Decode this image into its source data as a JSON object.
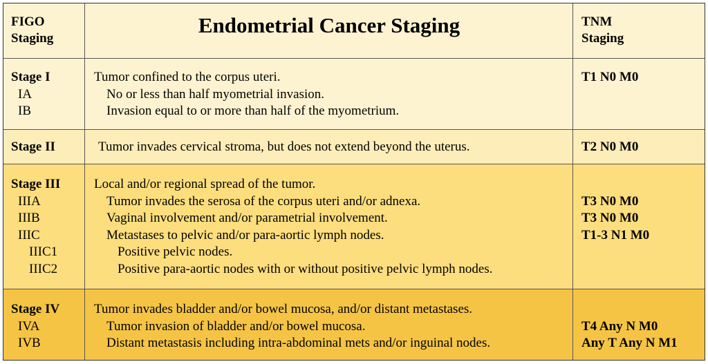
{
  "header": {
    "figo_line1": "FIGO",
    "figo_line2": "Staging",
    "title": "Endometrial Cancer Staging",
    "tnm_line1": "TNM",
    "tnm_line2": "Staging"
  },
  "stage1": {
    "stage": "Stage I",
    "sub": [
      "IA",
      "IB"
    ],
    "desc_main": "Tumor confined to the corpus uteri.",
    "desc_sub": [
      "No or less than half myometrial invasion.",
      "Invasion equal to or more than half of the myometrium."
    ],
    "tnm": "T1 N0 M0"
  },
  "stage2": {
    "stage": "Stage II",
    "desc_main": "Tumor invades cervical stroma, but does not extend beyond the uterus.",
    "tnm": "T2 N0 M0"
  },
  "stage3": {
    "stage": "Stage III",
    "sub": [
      "IIIA",
      "IIIB",
      "IIIC",
      "IIIC1",
      "IIIC2"
    ],
    "desc_main": "Local and/or regional spread of the tumor.",
    "desc_sub": [
      "Tumor invades the serosa of the corpus uteri and/or adnexa.",
      "Vaginal involvement and/or parametrial involvement.",
      "Metastases to pelvic and/or para-aortic lymph nodes.",
      "Positive pelvic nodes.",
      "Positive para-aortic nodes with or without positive pelvic lymph nodes."
    ],
    "tnm": [
      "T3 N0 M0",
      "T3 N0 M0",
      "T1-3 N1 M0"
    ]
  },
  "stage4": {
    "stage": "Stage IV",
    "sub": [
      "IVA",
      "IVB"
    ],
    "desc_main": "Tumor invades bladder and/or bowel mucosa, and/or distant metastases.",
    "desc_sub": [
      "Tumor invasion of bladder and/or bowel mucosa.",
      "Distant metastasis including intra-abdominal mets and/or inguinal nodes."
    ],
    "tnm": [
      "T4 Any N M0",
      "Any T Any N M1"
    ]
  },
  "colors": {
    "header_bg": "#FEF3D1",
    "stage1_bg": "#FEF3D1",
    "stage2_bg": "#FDEDB8",
    "stage3_bg": "#FDDE7E",
    "stage4_bg": "#F5C445"
  }
}
